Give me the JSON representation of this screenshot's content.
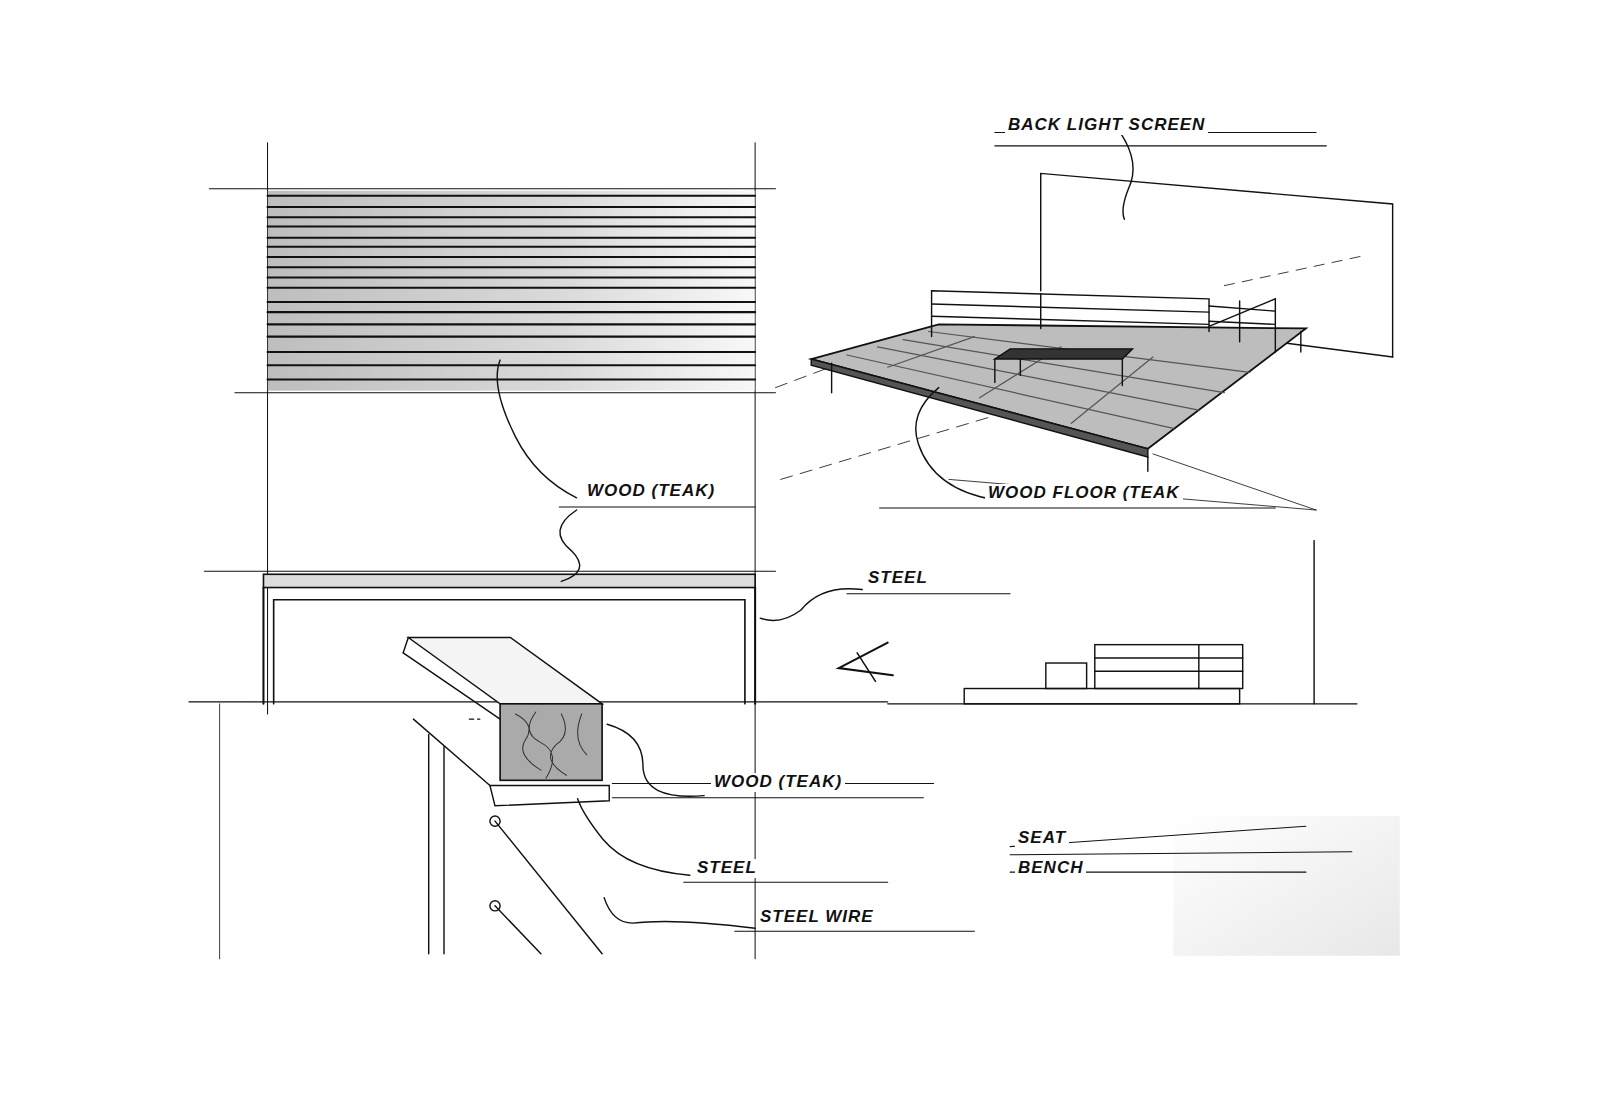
{
  "diagram": {
    "labels": [
      "BACK LIGHT SCREEN",
      "WOOD (TEAK)",
      "WOOD FLOOR (TEAK",
      "STEEL",
      "WOOD (TEAK)",
      "STEEL",
      "STEEL WIRE",
      "SEAT",
      "BENCH"
    ]
  }
}
